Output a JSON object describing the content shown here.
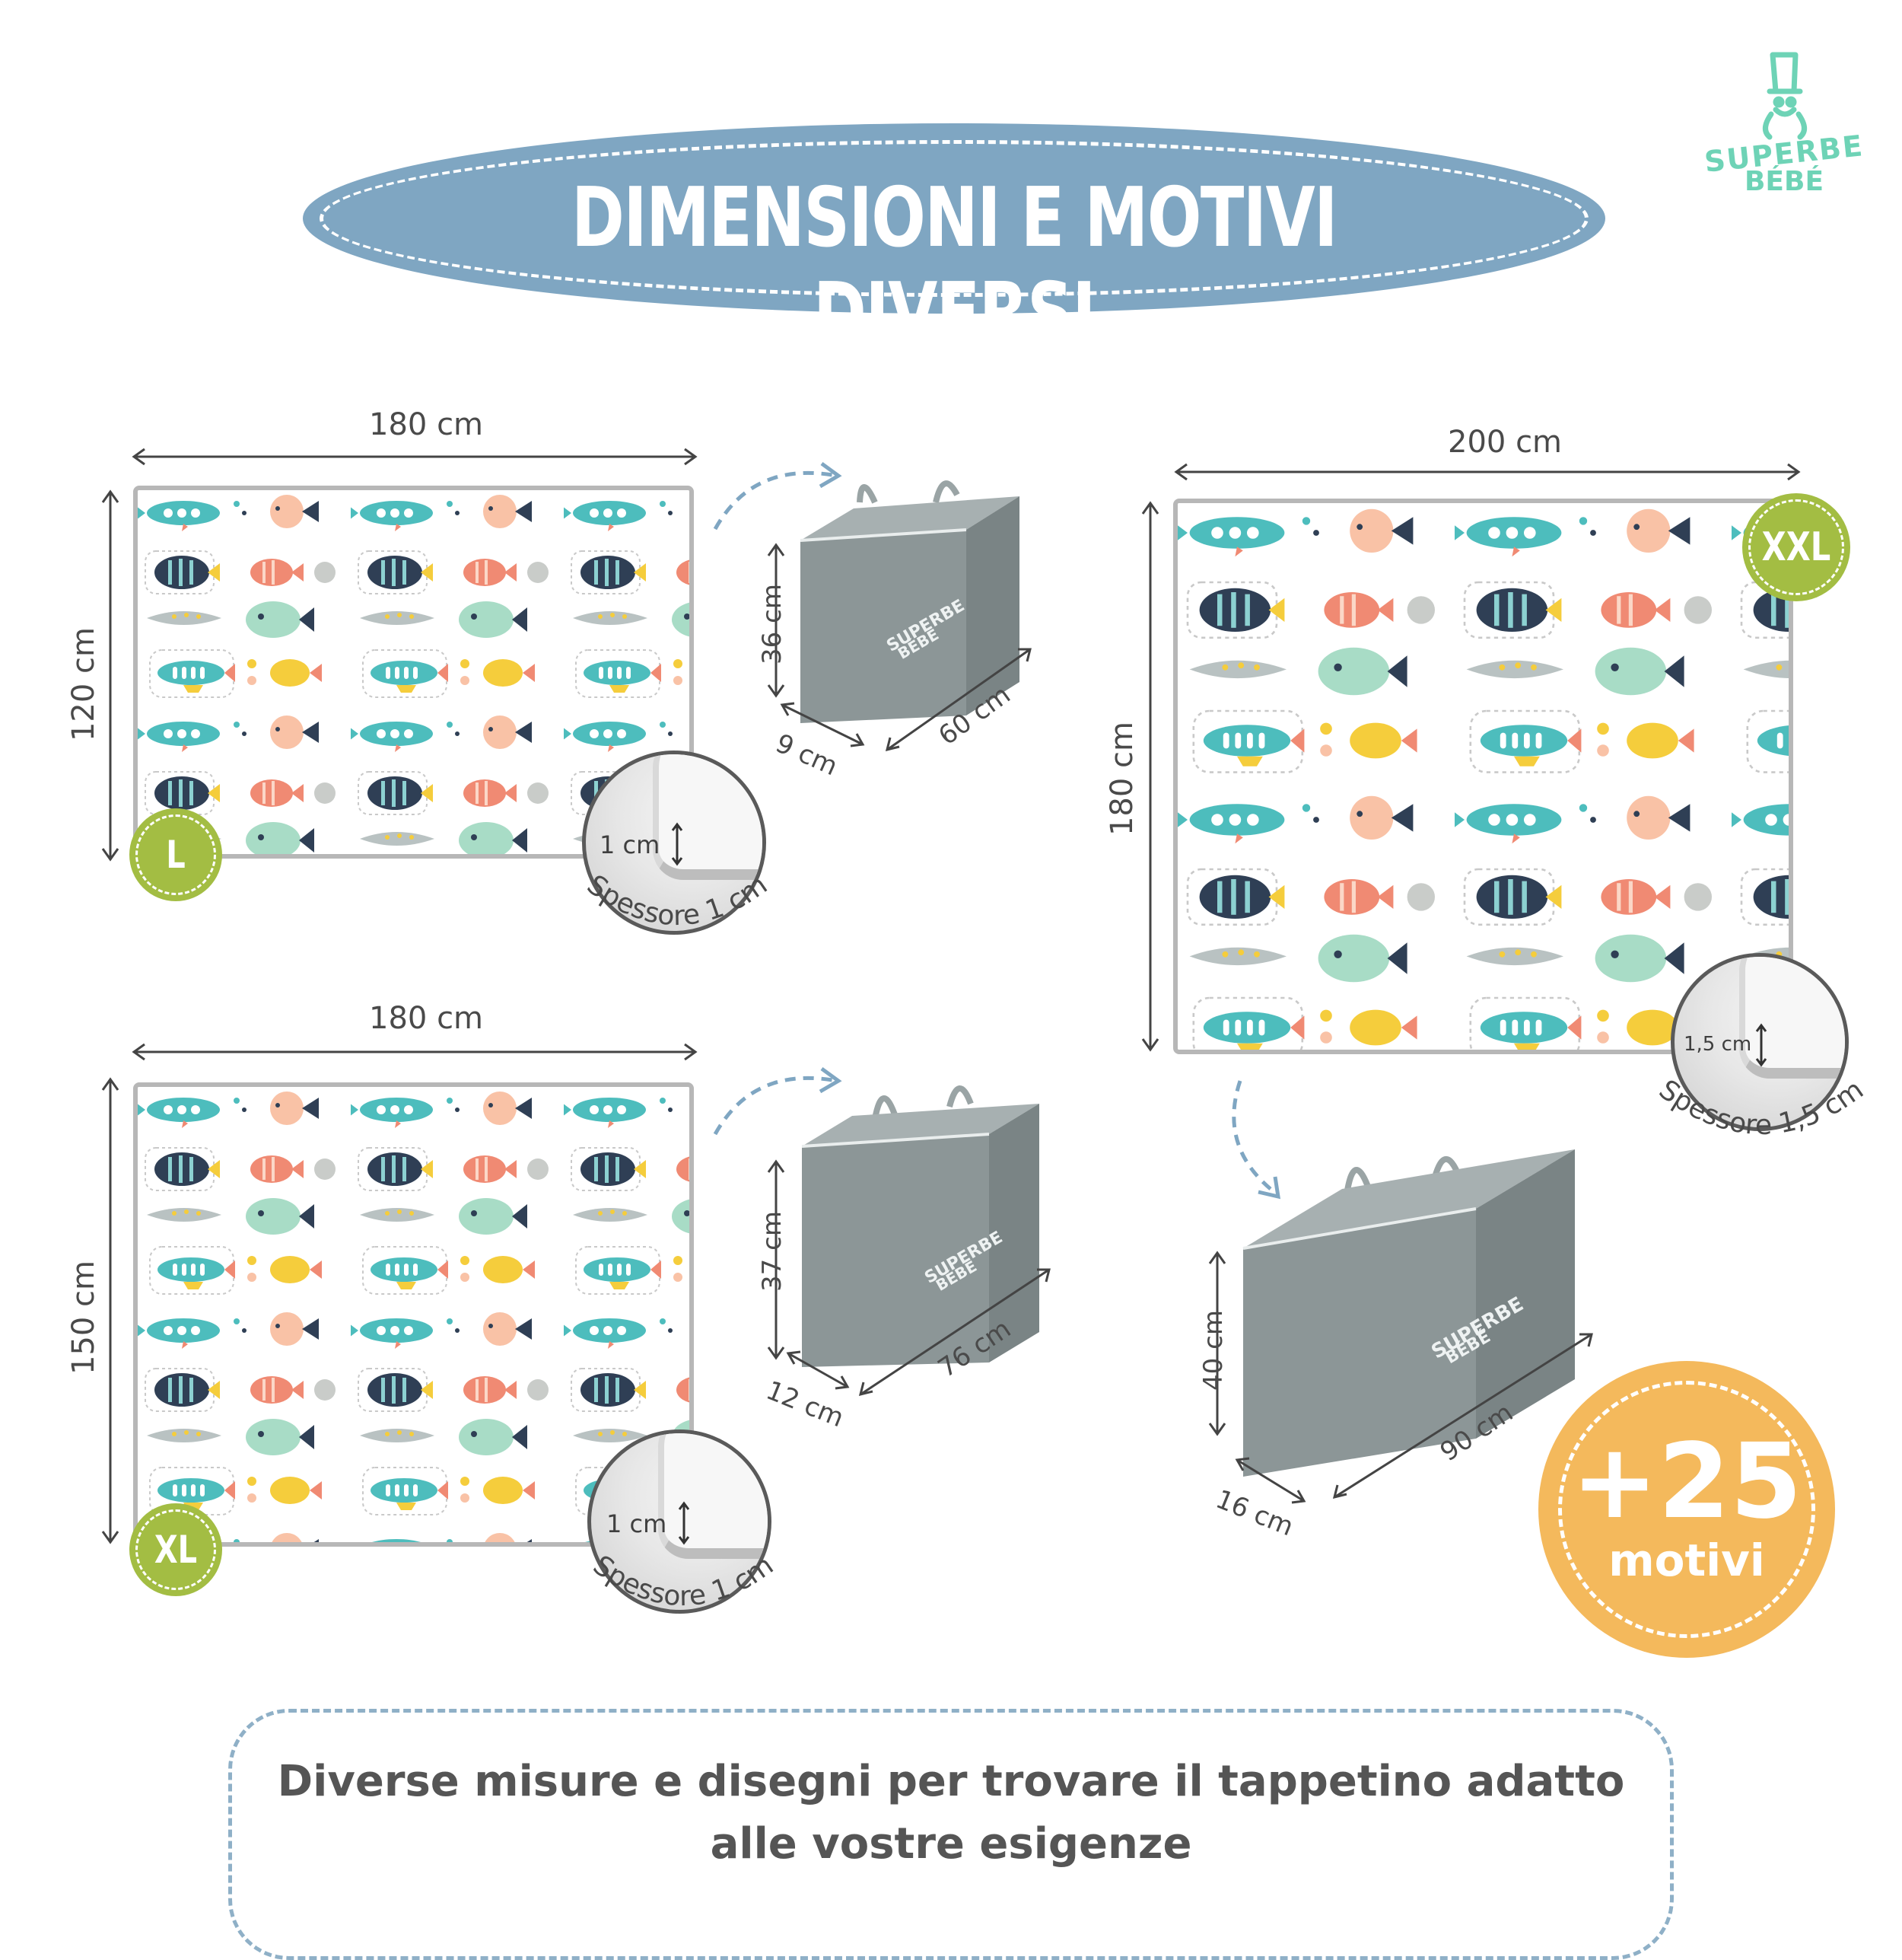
{
  "header": {
    "title": "DIMENSIONI E MOTIVI DIVERSI"
  },
  "logo": {
    "line1": "SUPERBE",
    "line2": "BÉBÉ"
  },
  "mats": [
    {
      "size": "L",
      "width_label": "180 cm",
      "height_label": "120 cm",
      "thickness_value": "1 cm",
      "thickness_caption": "Spessore 1 cm"
    },
    {
      "size": "XL",
      "width_label": "180 cm",
      "height_label": "150 cm",
      "thickness_value": "1 cm",
      "thickness_caption": "Spessore 1 cm"
    },
    {
      "size": "XXL",
      "width_label": "200 cm",
      "height_label": "180 cm",
      "thickness_value": "1,5 cm",
      "thickness_caption": "Spessore 1,5 cm"
    }
  ],
  "bags": [
    {
      "height": "36 cm",
      "depth": "9 cm",
      "length": "60 cm",
      "brand1": "SUPERBE",
      "brand2": "BÉBÉ"
    },
    {
      "height": "37 cm",
      "depth": "12 cm",
      "length": "76 cm",
      "brand1": "SUPERBE",
      "brand2": "BÉBÉ"
    },
    {
      "height": "40 cm",
      "depth": "16 cm",
      "length": "90 cm",
      "brand1": "SUPERBE",
      "brand2": "BÉBÉ"
    }
  ],
  "motifs_badge": {
    "count": "+25",
    "word": "motivi"
  },
  "footer": {
    "line1": "Diverse misure e disegni per trovare il tappetino adatto",
    "line2": "alle vostre esigenze"
  },
  "colors": {
    "banner": "#7fa6c2",
    "brand": "#6ed3b6",
    "badge_green": "#a3bd43",
    "badge_orange": "#f4b95c",
    "bag_gray": "#8c9697",
    "fish_teal": "#4dbdbd",
    "fish_coral": "#f08a73",
    "fish_yellow": "#f5cd3c",
    "fish_navy": "#2f3f55",
    "fish_mint": "#a8dcc6"
  }
}
